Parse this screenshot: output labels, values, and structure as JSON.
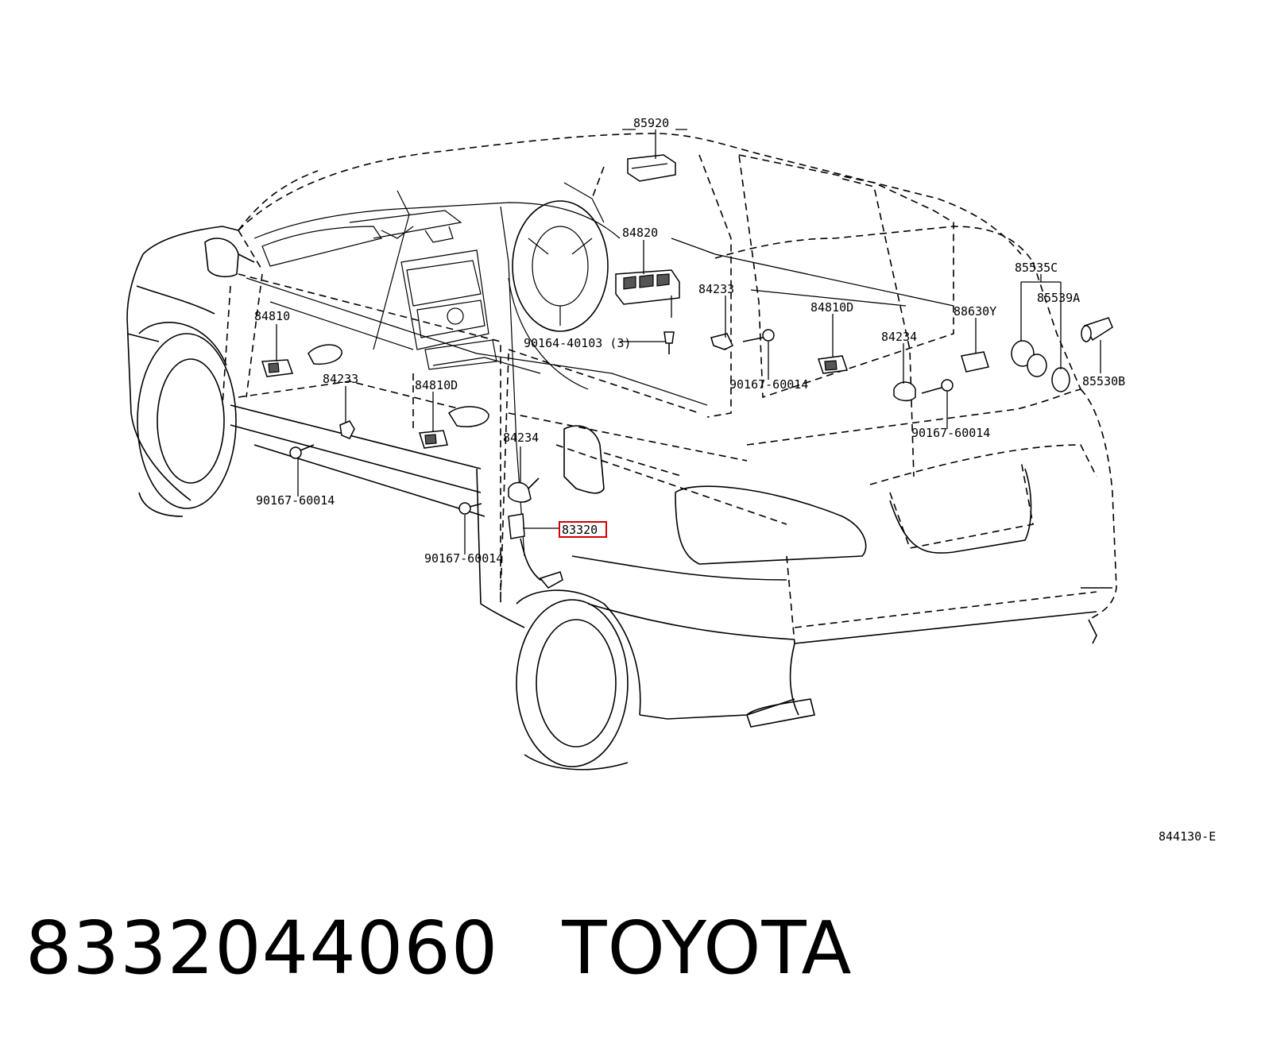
{
  "labels": {
    "p85920": "85920",
    "p84820": "84820",
    "p85535c": "85535C",
    "p84233_right": "84233",
    "p85539a": "85539A",
    "p84810d_right": "84810D",
    "p88630y": "88630Y",
    "p84810_left": "84810",
    "p90164": "90164-40103 (3)",
    "p84234_right": "84234",
    "p85530b": "85530B",
    "p84233_left": "84233",
    "p84810d_mid": "84810D",
    "p90167_r1": "90167-60014",
    "p90167_r2": "90167-60014",
    "p84234_mid": "84234",
    "p90167_l": "90167-60014",
    "p83320": "83320",
    "p90167_m": "90167-60014",
    "ref": "844130-E"
  },
  "footer": {
    "part_number": "8332044060",
    "brand": "TOYOTA"
  },
  "colors": {
    "highlight": "#d40000",
    "ink": "#000000"
  }
}
